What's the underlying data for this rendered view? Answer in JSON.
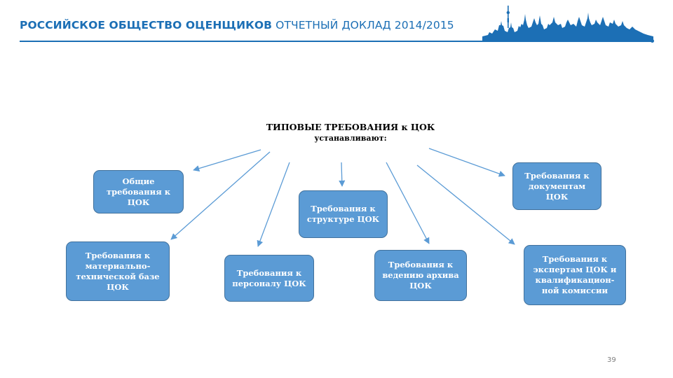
{
  "header": {
    "org": "РОССИЙСКОЕ ОБЩЕСТВО ОЦЕНЩИКОВ",
    "report": "ОТЧЕТНЫЙ ДОКЛАД 2014/2015"
  },
  "diagram": {
    "title_line1": "ТИПОВЫЕ ТРЕБОВАНИЯ к ЦОК",
    "title_line2": "устанавливают:",
    "boxes": [
      "Общие\nтребования к\nЦОК",
      "Требования к\nструктуре ЦОК",
      "Требования к\nдокументам\nЦОК",
      "Требования к\nматериально-\nтехнической базе\nЦОК",
      "Требования к\nперсоналу ЦОК",
      "Требования к\nведению архива\nЦОК",
      "Требования к\nэкспертам ЦОК и\nквалификацион-\nной комиссии"
    ]
  },
  "colors": {
    "brand": "#1c6fb5",
    "box_fill": "#5b9bd5",
    "box_border": "#41719c",
    "arrow": "#5b9bd5"
  },
  "page_number": "39"
}
